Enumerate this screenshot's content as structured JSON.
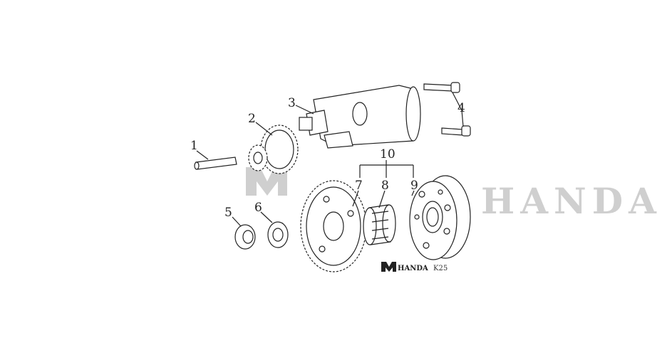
{
  "diagram": {
    "callouts": [
      "1",
      "2",
      "3",
      "4",
      "5",
      "6",
      "7",
      "8",
      "9",
      "10"
    ],
    "watermark": "HANDA",
    "logo": {
      "brand": "HANDA",
      "model": "K25"
    }
  }
}
